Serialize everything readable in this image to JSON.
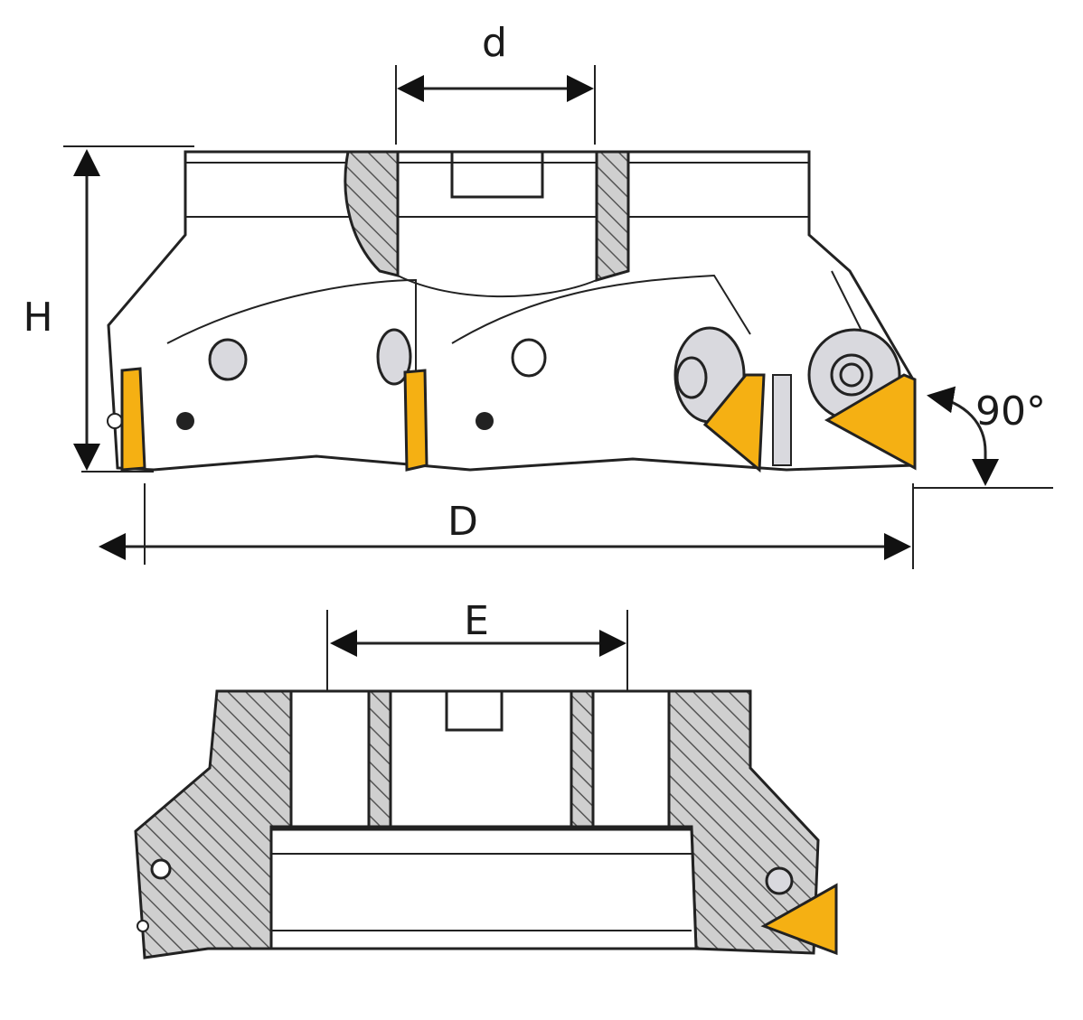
{
  "diagram": {
    "top_view": {
      "labels": {
        "bore": "d",
        "height": "H",
        "diameter": "D",
        "angle": "90°"
      }
    },
    "section_view": {
      "labels": {
        "width": "E"
      }
    }
  },
  "colors": {
    "insert": "#f5b013",
    "screw": "#d9d9de",
    "hatch": "#c8c8c8",
    "line": "#222222"
  }
}
